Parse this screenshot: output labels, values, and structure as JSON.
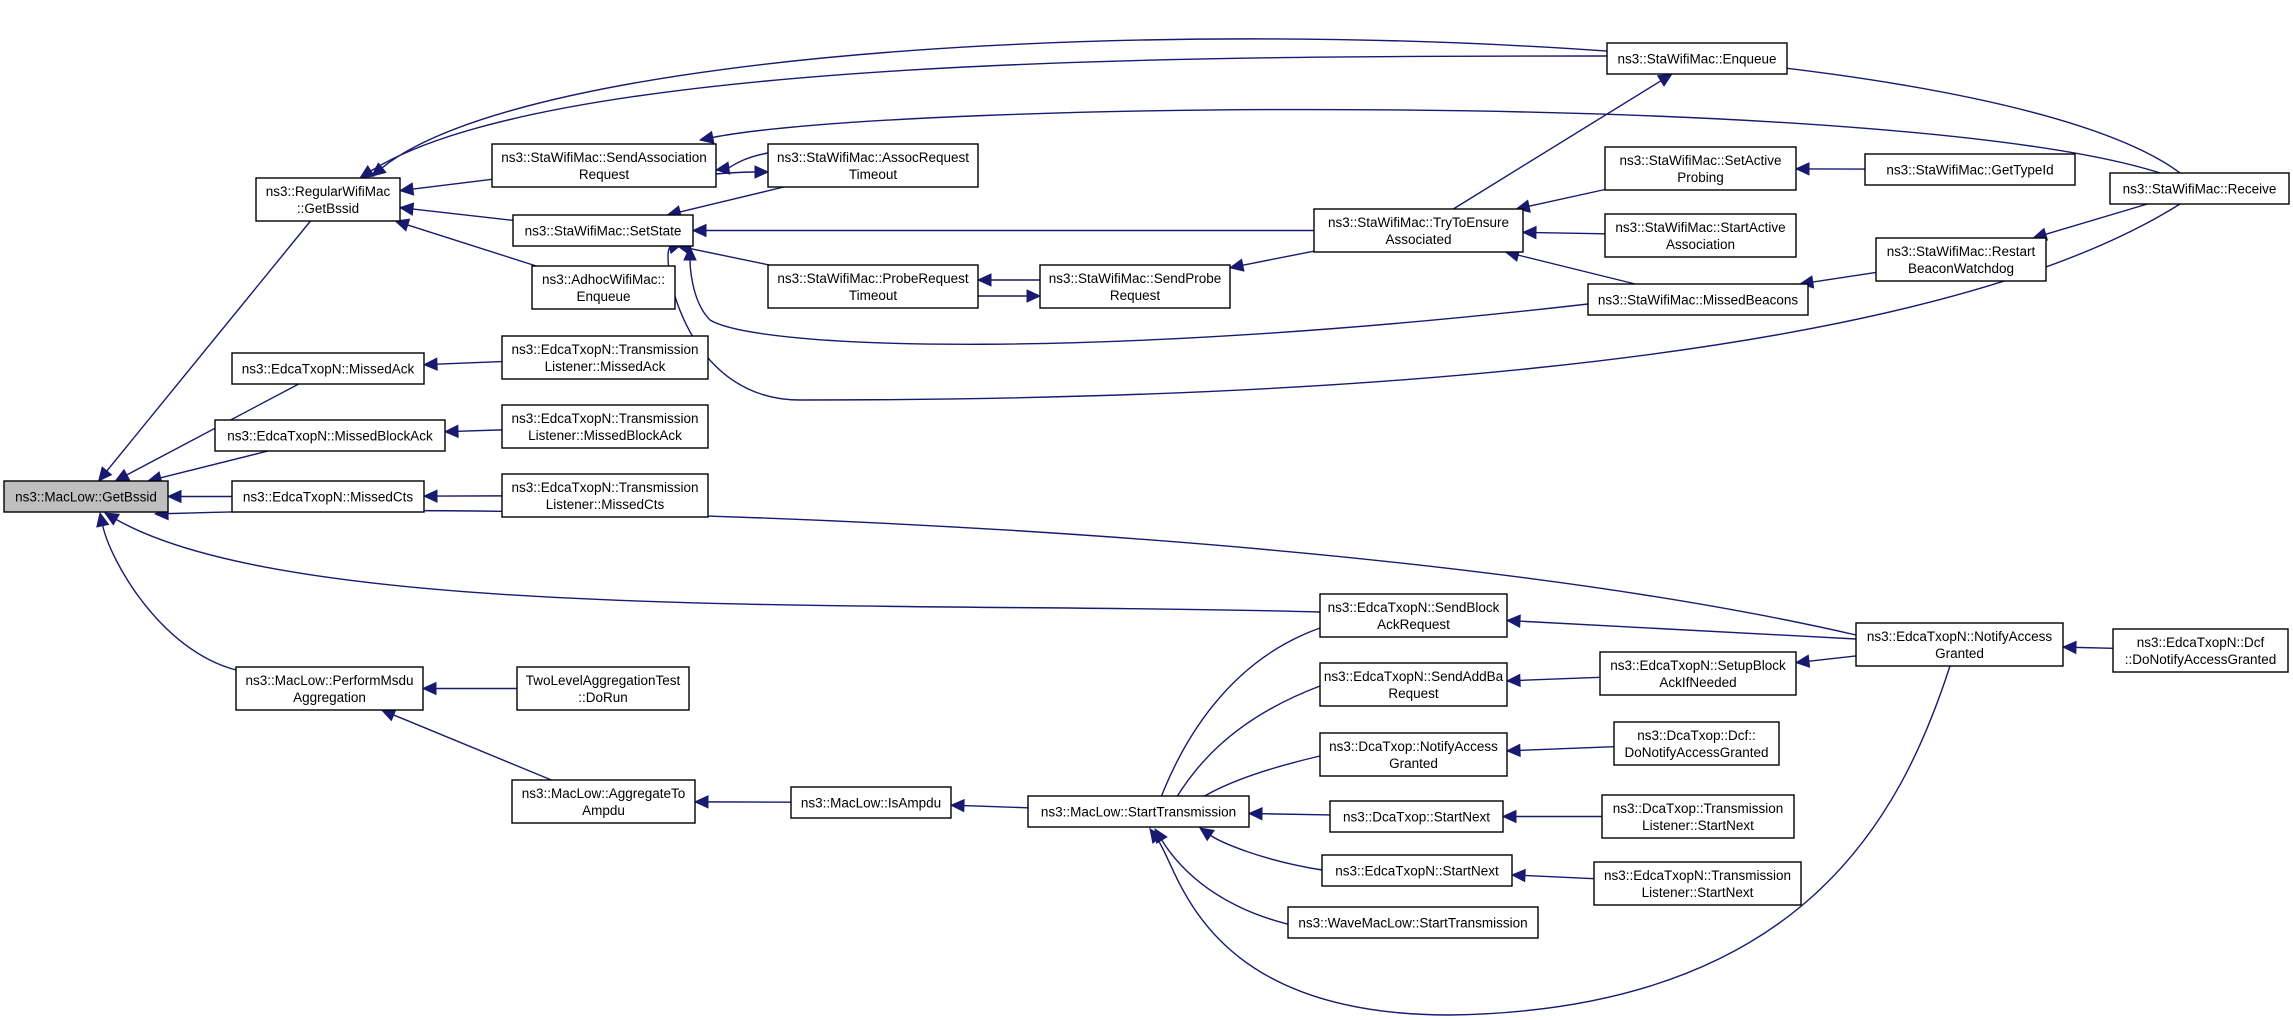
{
  "diagram": {
    "type": "call-graph",
    "nodes": [
      {
        "id": "getbssid",
        "lines": [
          "ns3::MacLow::GetBssid"
        ],
        "root": true
      },
      {
        "id": "regularwifimac_getbssid",
        "lines": [
          "ns3::RegularWifiMac",
          "::GetBssid"
        ]
      },
      {
        "id": "edca_missedack",
        "lines": [
          "ns3::EdcaTxopN::MissedAck"
        ]
      },
      {
        "id": "edca_missedblockack",
        "lines": [
          "ns3::EdcaTxopN::MissedBlockAck"
        ]
      },
      {
        "id": "edca_missedcts",
        "lines": [
          "ns3::EdcaTxopN::MissedCts"
        ]
      },
      {
        "id": "performmsdu",
        "lines": [
          "ns3::MacLow::PerformMsdu",
          "Aggregation"
        ]
      },
      {
        "id": "sendassoc",
        "lines": [
          "ns3::StaWifiMac::SendAssociation",
          "Request"
        ]
      },
      {
        "id": "assoctimeout",
        "lines": [
          "ns3::StaWifiMac::AssocRequest",
          "Timeout"
        ]
      },
      {
        "id": "setstate",
        "lines": [
          "ns3::StaWifiMac::SetState"
        ]
      },
      {
        "id": "adhocenqueue",
        "lines": [
          "ns3::AdhocWifiMac::",
          "Enqueue"
        ]
      },
      {
        "id": "probetimeout",
        "lines": [
          "ns3::StaWifiMac::ProbeRequest",
          "Timeout"
        ]
      },
      {
        "id": "sendprobe",
        "lines": [
          "ns3::StaWifiMac::SendProbe",
          "Request"
        ]
      },
      {
        "id": "tl_missedack",
        "lines": [
          "ns3::EdcaTxopN::Transmission",
          "Listener::MissedAck"
        ]
      },
      {
        "id": "tl_missedblockack",
        "lines": [
          "ns3::EdcaTxopN::Transmission",
          "Listener::MissedBlockAck"
        ]
      },
      {
        "id": "tl_missedcts",
        "lines": [
          "ns3::EdcaTxopN::Transmission",
          "Listener::MissedCts"
        ]
      },
      {
        "id": "twolevel",
        "lines": [
          "TwoLevelAggregationTest",
          "::DoRun"
        ]
      },
      {
        "id": "aggregatetoampdu",
        "lines": [
          "ns3::MacLow::AggregateTo",
          "Ampdu"
        ]
      },
      {
        "id": "isampdu",
        "lines": [
          "ns3::MacLow::IsAmpdu"
        ]
      },
      {
        "id": "starttx",
        "lines": [
          "ns3::MacLow::StartTransmission"
        ]
      },
      {
        "id": "staenqueue",
        "lines": [
          "ns3::StaWifiMac::Enqueue"
        ]
      },
      {
        "id": "trytoensure",
        "lines": [
          "ns3::StaWifiMac::TryToEnsure",
          "Associated"
        ]
      },
      {
        "id": "setactiveprobing",
        "lines": [
          "ns3::StaWifiMac::SetActive",
          "Probing"
        ]
      },
      {
        "id": "startactiveassoc",
        "lines": [
          "ns3::StaWifiMac::StartActive",
          "Association"
        ]
      },
      {
        "id": "missedbeacons",
        "lines": [
          "ns3::StaWifiMac::MissedBeacons"
        ]
      },
      {
        "id": "gettypeid",
        "lines": [
          "ns3::StaWifiMac::GetTypeId"
        ]
      },
      {
        "id": "restartbeacon",
        "lines": [
          "ns3::StaWifiMac::Restart",
          "BeaconWatchdog"
        ]
      },
      {
        "id": "receive",
        "lines": [
          "ns3::StaWifiMac::Receive"
        ]
      },
      {
        "id": "sendblockack",
        "lines": [
          "ns3::EdcaTxopN::SendBlock",
          "AckRequest"
        ]
      },
      {
        "id": "sendaddba",
        "lines": [
          "ns3::EdcaTxopN::SendAddBa",
          "Request"
        ]
      },
      {
        "id": "dca_notify",
        "lines": [
          "ns3::DcaTxop::NotifyAccess",
          "Granted"
        ]
      },
      {
        "id": "dca_startnext",
        "lines": [
          "ns3::DcaTxop::StartNext"
        ]
      },
      {
        "id": "edca_startnext",
        "lines": [
          "ns3::EdcaTxopN::StartNext"
        ]
      },
      {
        "id": "wave_starttx",
        "lines": [
          "ns3::WaveMacLow::StartTransmission"
        ]
      },
      {
        "id": "setupblockack",
        "lines": [
          "ns3::EdcaTxopN::SetupBlock",
          "AckIfNeeded"
        ]
      },
      {
        "id": "dca_dcf_notify",
        "lines": [
          "ns3::DcaTxop::Dcf::",
          "DoNotifyAccessGranted"
        ]
      },
      {
        "id": "dca_tl_startnext",
        "lines": [
          "ns3::DcaTxop::Transmission",
          "Listener::StartNext"
        ]
      },
      {
        "id": "edca_tl_startnext",
        "lines": [
          "ns3::EdcaTxopN::Transmission",
          "Listener::StartNext"
        ]
      },
      {
        "id": "edca_notify",
        "lines": [
          "ns3::EdcaTxopN::NotifyAccess",
          "Granted"
        ]
      },
      {
        "id": "edca_dcf_notify",
        "lines": [
          "ns3::EdcaTxopN::Dcf",
          "::DoNotifyAccessGranted"
        ]
      }
    ],
    "edges": [
      {
        "from": "regularwifimac_getbssid",
        "to": "getbssid"
      },
      {
        "from": "edca_missedack",
        "to": "getbssid"
      },
      {
        "from": "edca_missedblockack",
        "to": "getbssid"
      },
      {
        "from": "edca_missedcts",
        "to": "getbssid"
      },
      {
        "from": "performmsdu",
        "to": "getbssid"
      },
      {
        "from": "sendblockack",
        "to": "getbssid"
      },
      {
        "from": "edca_notify",
        "to": "getbssid"
      },
      {
        "from": "sendassoc",
        "to": "regularwifimac_getbssid"
      },
      {
        "from": "setstate",
        "to": "regularwifimac_getbssid"
      },
      {
        "from": "adhocenqueue",
        "to": "regularwifimac_getbssid"
      },
      {
        "from": "staenqueue",
        "to": "regularwifimac_getbssid"
      },
      {
        "from": "receive",
        "to": "regularwifimac_getbssid"
      },
      {
        "from": "assoctimeout",
        "to": "sendassoc"
      },
      {
        "from": "sendassoc",
        "to": "assoctimeout"
      },
      {
        "from": "receive",
        "to": "sendassoc"
      },
      {
        "from": "trytoensure",
        "to": "setstate"
      },
      {
        "from": "probetimeout",
        "to": "setstate"
      },
      {
        "from": "assoctimeout",
        "to": "setstate"
      },
      {
        "from": "missedbeacons",
        "to": "setstate"
      },
      {
        "from": "receive",
        "to": "setstate"
      },
      {
        "from": "sendprobe",
        "to": "probetimeout"
      },
      {
        "from": "probetimeout",
        "to": "sendprobe"
      },
      {
        "from": "trytoensure",
        "to": "sendprobe"
      },
      {
        "from": "tl_missedack",
        "to": "edca_missedack"
      },
      {
        "from": "tl_missedblockack",
        "to": "edca_missedblockack"
      },
      {
        "from": "tl_missedcts",
        "to": "edca_missedcts"
      },
      {
        "from": "twolevel",
        "to": "performmsdu"
      },
      {
        "from": "aggregatetoampdu",
        "to": "performmsdu"
      },
      {
        "from": "isampdu",
        "to": "aggregatetoampdu"
      },
      {
        "from": "starttx",
        "to": "isampdu"
      },
      {
        "from": "sendblockack",
        "to": "starttx"
      },
      {
        "from": "sendaddba",
        "to": "starttx"
      },
      {
        "from": "dca_notify",
        "to": "starttx"
      },
      {
        "from": "dca_startnext",
        "to": "starttx"
      },
      {
        "from": "edca_startnext",
        "to": "starttx"
      },
      {
        "from": "wave_starttx",
        "to": "starttx"
      },
      {
        "from": "edca_notify",
        "to": "starttx"
      },
      {
        "from": "trytoensure",
        "to": "staenqueue"
      },
      {
        "from": "setactiveprobing",
        "to": "trytoensure"
      },
      {
        "from": "startactiveassoc",
        "to": "trytoensure"
      },
      {
        "from": "missedbeacons",
        "to": "trytoensure"
      },
      {
        "from": "gettypeid",
        "to": "setactiveprobing"
      },
      {
        "from": "restartbeacon",
        "to": "missedbeacons"
      },
      {
        "from": "receive",
        "to": "restartbeacon"
      },
      {
        "from": "edca_notify",
        "to": "sendblockack"
      },
      {
        "from": "setupblockack",
        "to": "sendaddba"
      },
      {
        "from": "edca_notify",
        "to": "setupblockack"
      },
      {
        "from": "dca_dcf_notify",
        "to": "dca_notify"
      },
      {
        "from": "dca_tl_startnext",
        "to": "dca_startnext"
      },
      {
        "from": "edca_tl_startnext",
        "to": "edca_startnext"
      },
      {
        "from": "edca_dcf_notify",
        "to": "edca_notify"
      }
    ]
  }
}
